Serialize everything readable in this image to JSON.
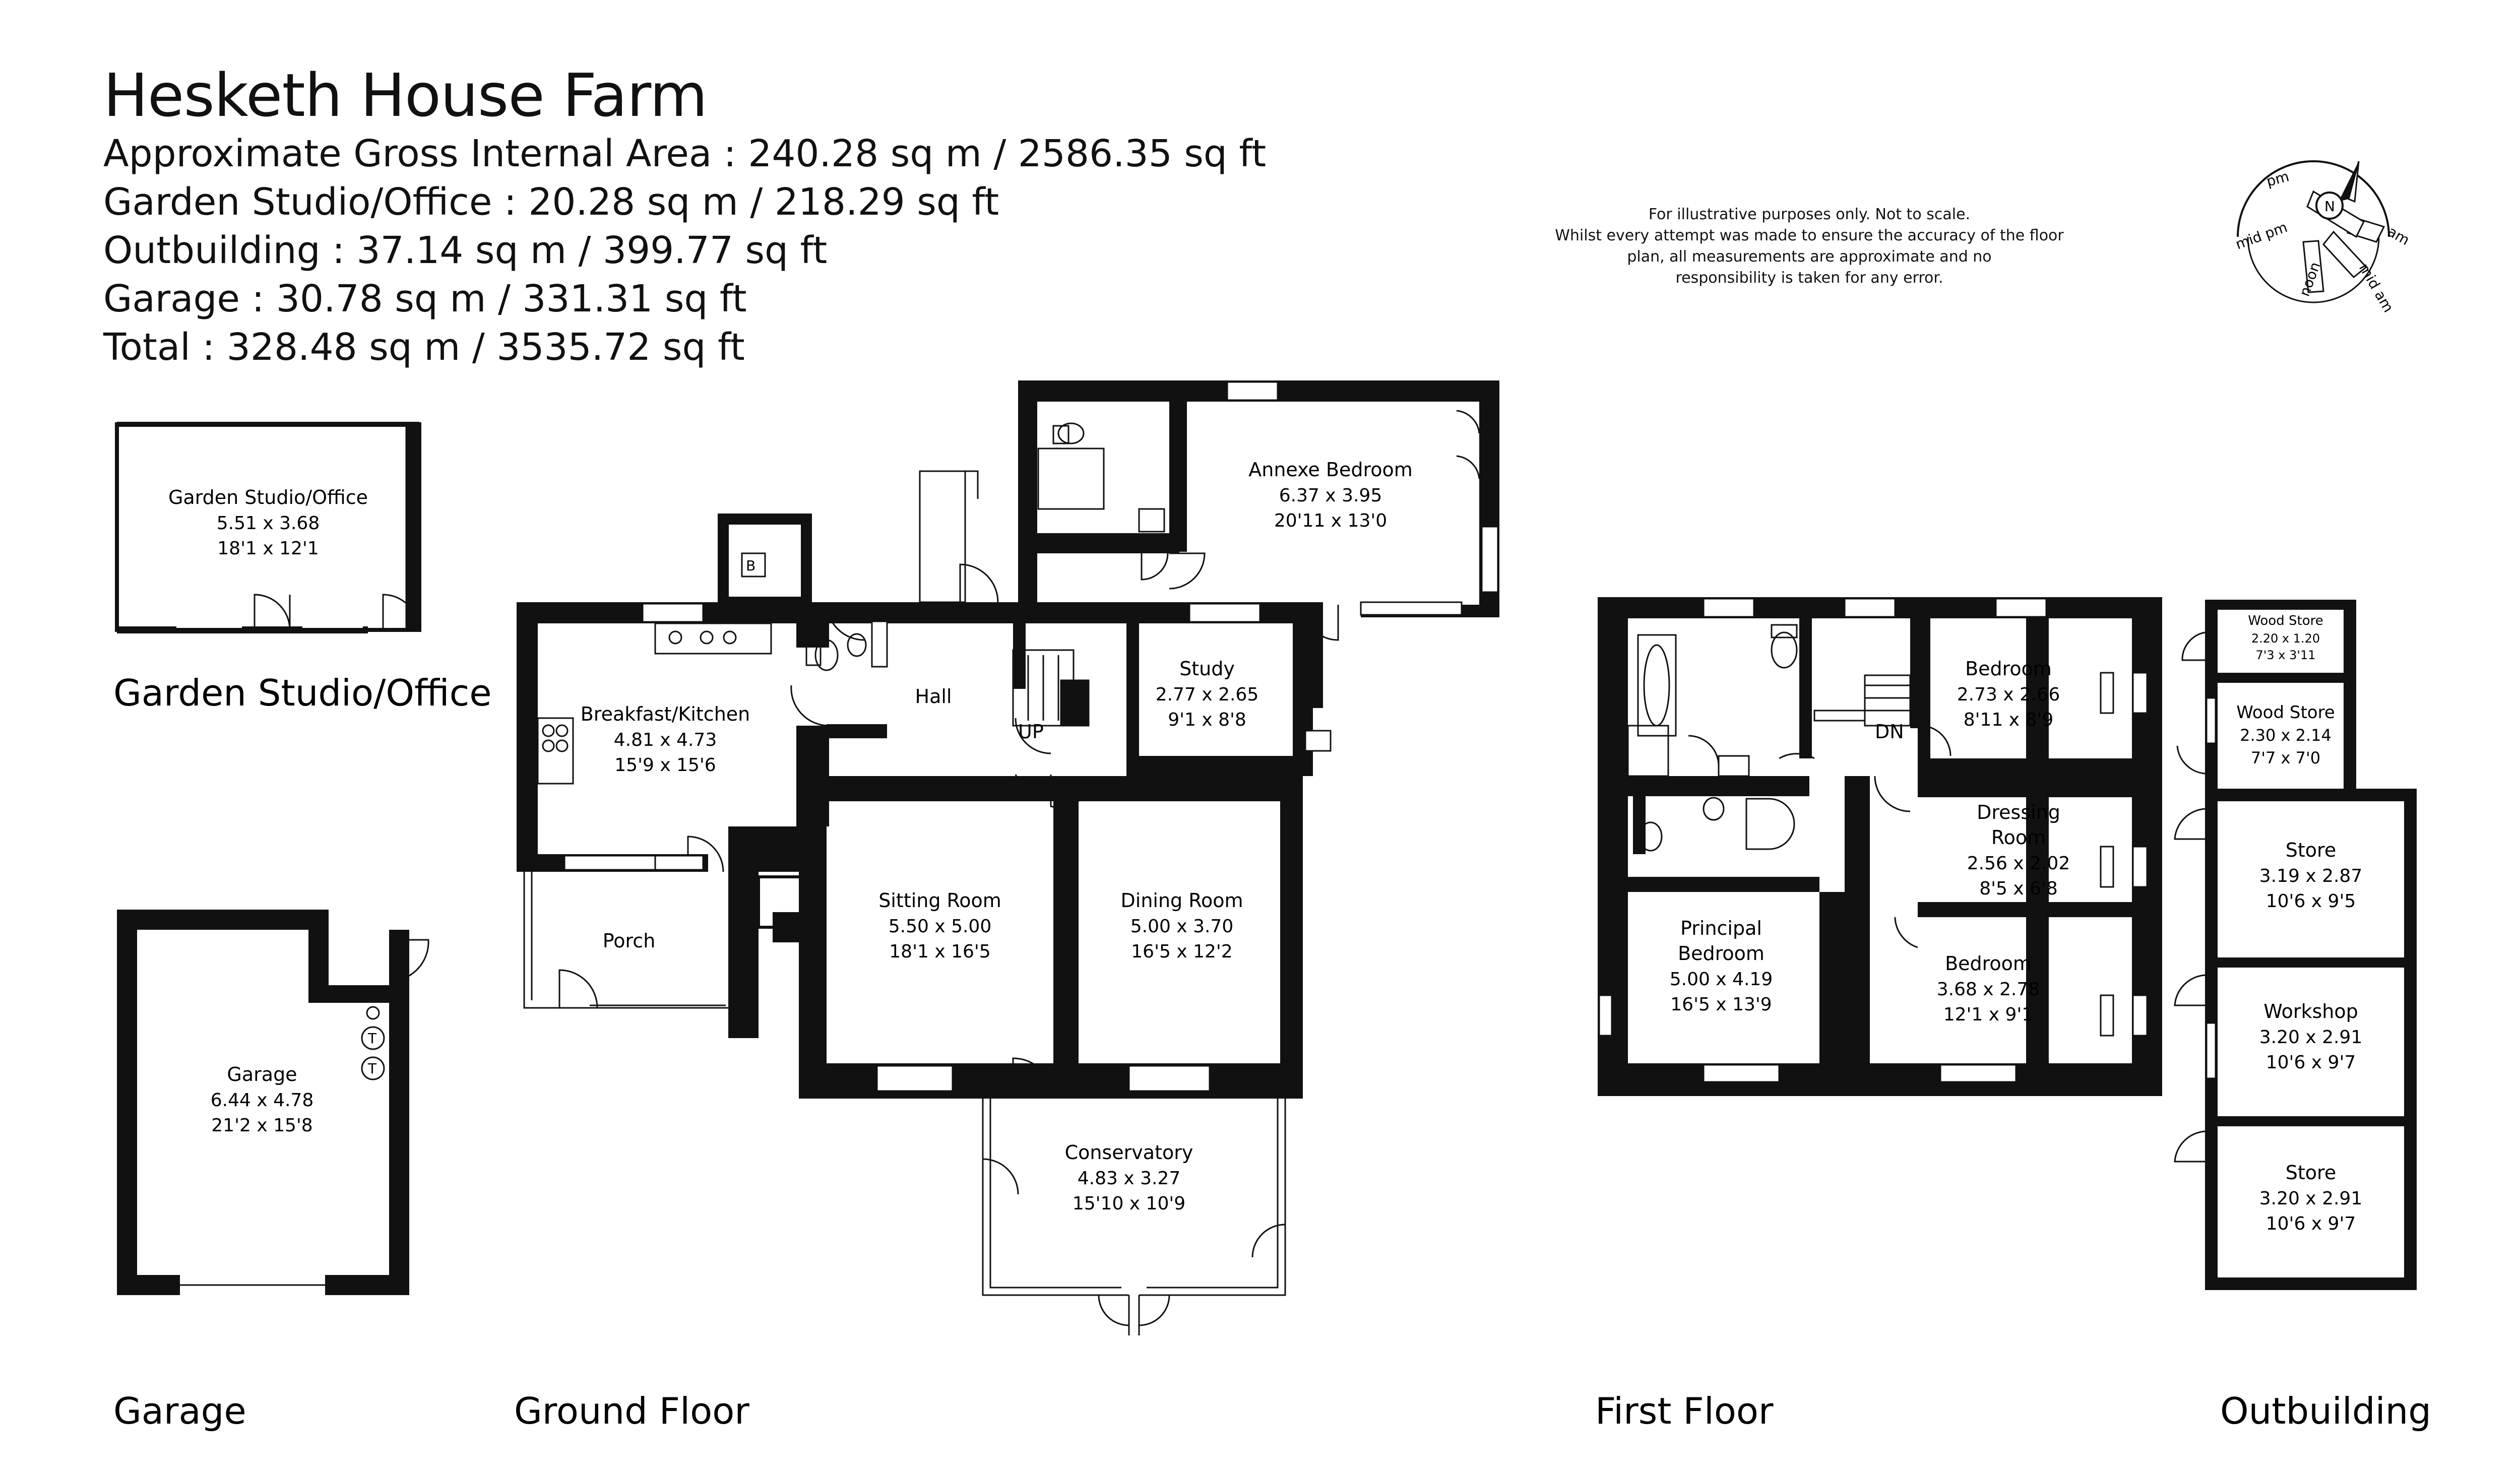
{
  "title": "Hesketh House Farm",
  "areas": [
    "Approximate Gross Internal Area : 240.28 sq m / 2586.35 sq ft",
    "Garden Studio/Office : 20.28 sq m / 218.29 sq ft",
    "Outbuilding : 37.14 sq m / 399.77 sq ft",
    "Garage : 30.78 sq m / 331.31 sq ft",
    "Total : 328.48 sq m / 3535.72 sq ft"
  ],
  "disclaimer": [
    "For illustrative purposes only. Not to scale.",
    "Whilst every attempt was made to ensure the accuracy of the floor",
    "plan, all measurements are approximate and no",
    "responsibility is taken for any error."
  ],
  "compass": {
    "north": "N",
    "labels": [
      "pm",
      "am",
      "mid pm",
      "noon",
      "mid am"
    ]
  },
  "sections": {
    "garden_studio": "Garden Studio/Office",
    "garage": "Garage",
    "ground_floor": "Ground Floor",
    "first_floor": "First Floor",
    "outbuilding": "Outbuilding"
  },
  "rooms": {
    "garden_studio": {
      "name": "Garden Studio/Office",
      "metric": "5.51 x 3.68",
      "imperial": "18'1 x 12'1"
    },
    "garage": {
      "name": "Garage",
      "metric": "6.44 x 4.78",
      "imperial": "21'2 x 15'8"
    },
    "annexe_bedroom": {
      "name": "Annexe Bedroom",
      "metric": "6.37 x 3.95",
      "imperial": "20'11 x 13'0"
    },
    "kitchen": {
      "name": "Breakfast/Kitchen",
      "metric": "4.81 x 4.73",
      "imperial": "15'9 x 15'6"
    },
    "hall": {
      "name": "Hall"
    },
    "study": {
      "name": "Study",
      "metric": "2.77 x 2.65",
      "imperial": "9'1 x 8'8"
    },
    "porch": {
      "name": "Porch"
    },
    "sitting": {
      "name": "Sitting Room",
      "metric": "5.50 x 5.00",
      "imperial": "18'1 x 16'5"
    },
    "dining": {
      "name": "Dining Room",
      "metric": "5.00 x 3.70",
      "imperial": "16'5 x 12'2"
    },
    "conservatory": {
      "name": "Conservatory",
      "metric": "4.83 x 3.27",
      "imperial": "15'10 x 10'9"
    },
    "bedroom1": {
      "name": "Bedroom",
      "metric": "2.73 x 2.66",
      "imperial": "8'11 x 8'9"
    },
    "dressing": {
      "name_line1": "Dressing",
      "name_line2": "Room",
      "metric": "2.56 x 2.02",
      "imperial": "8'5 x 6'8"
    },
    "principal": {
      "name_line1": "Principal",
      "name_line2": "Bedroom",
      "metric": "5.00 x 4.19",
      "imperial": "16'5 x 13'9"
    },
    "bedroom2": {
      "name": "Bedroom",
      "metric": "3.68 x 2.78",
      "imperial": "12'1 x 9'1"
    },
    "wood_store1": {
      "name": "Wood Store",
      "metric": "2.20 x 1.20",
      "imperial": "7'3 x 3'11"
    },
    "wood_store2": {
      "name": "Wood Store",
      "metric": "2.30 x 2.14",
      "imperial": "7'7 x 7'0"
    },
    "store1": {
      "name": "Store",
      "metric": "3.19 x 2.87",
      "imperial": "10'6 x 9'5"
    },
    "workshop": {
      "name": "Workshop",
      "metric": "3.20 x 2.91",
      "imperial": "10'6 x 9'7"
    },
    "store2": {
      "name": "Store",
      "metric": "3.20 x 2.91",
      "imperial": "10'6 x 9'7"
    }
  },
  "markers": {
    "up": "UP",
    "down": "DN",
    "boiler": "B",
    "tank": "T"
  }
}
